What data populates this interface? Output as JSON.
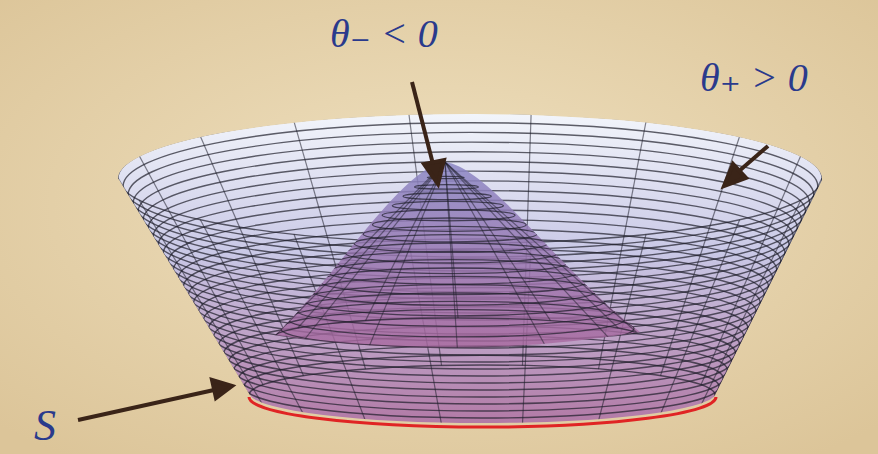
{
  "diagram": {
    "labels": [
      "θ₋ < 0",
      "θ₊ > 0",
      "S"
    ]
  }
}
